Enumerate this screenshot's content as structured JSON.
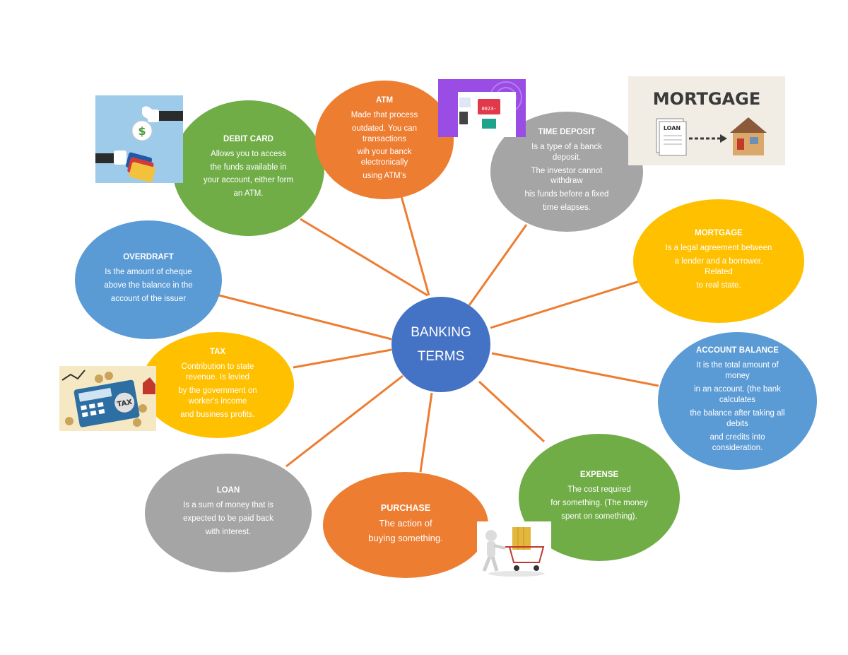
{
  "center": {
    "line1": "BANKING",
    "line2": "TERMS",
    "color": "#4472c4"
  },
  "colors": {
    "green": "#70ad47",
    "orange": "#ed7d31",
    "gray": "#a5a5a5",
    "blue": "#5b9bd5",
    "yellow": "#ffc000",
    "connector": "#ed7d31"
  },
  "nodes": [
    {
      "key": "debit-card",
      "color": "#70ad47",
      "title": "DEBIT CARD",
      "lines": [
        "Allows you to access",
        "the funds available in",
        "your account, either form",
        "an ATM."
      ]
    },
    {
      "key": "atm",
      "color": "#ed7d31",
      "title": "ATM",
      "lines": [
        "Made that process",
        "outdated. You can transactions",
        "wih your banck electronically",
        "using ATM's"
      ]
    },
    {
      "key": "time-deposit",
      "color": "#a5a5a5",
      "title": "TIME DEPOSIT",
      "lines": [
        "Is a type of a banck deposit.",
        "The investor cannot withdraw",
        "his funds before a fixed",
        "time elapses."
      ]
    },
    {
      "key": "mortgage",
      "color": "#ffc000",
      "title": "MORTGAGE",
      "lines": [
        "Is a legal agreement between",
        "a lender and a borrower. Related",
        "to real state."
      ]
    },
    {
      "key": "account-balance",
      "color": "#5b9bd5",
      "title": "ACCOUNT BALANCE",
      "lines": [
        "It is the total amount of money",
        "in an account. (the bank calculates",
        "the balance after taking all debits",
        "and credits into consideration."
      ]
    },
    {
      "key": "expense",
      "color": "#70ad47",
      "title": "EXPENSE",
      "lines": [
        "The cost required",
        "for something. (The money",
        "spent on something)."
      ]
    },
    {
      "key": "purchase",
      "color": "#ed7d31",
      "title": "PURCHASE",
      "lines": [
        "The action of",
        "buying something."
      ]
    },
    {
      "key": "loan",
      "color": "#a5a5a5",
      "title": "LOAN",
      "lines": [
        "Is a sum of money that is",
        "expected to be paid back",
        "with interest."
      ]
    },
    {
      "key": "tax",
      "color": "#ffc000",
      "title": "TAX",
      "lines": [
        "Contribution to state revenue. Is levied",
        "by the government on worker's income",
        "and business profits."
      ]
    },
    {
      "key": "overdraft",
      "color": "#5b9bd5",
      "title": "OVERDRAFT",
      "lines": [
        "Is the amount of cheque",
        "above the balance in the",
        "account of the issuer"
      ]
    }
  ],
  "images": {
    "mortgage_word": "MORTGAGE",
    "loan_label": "LOAN",
    "tax_label": "TAX",
    "atm_label": "0023-"
  }
}
